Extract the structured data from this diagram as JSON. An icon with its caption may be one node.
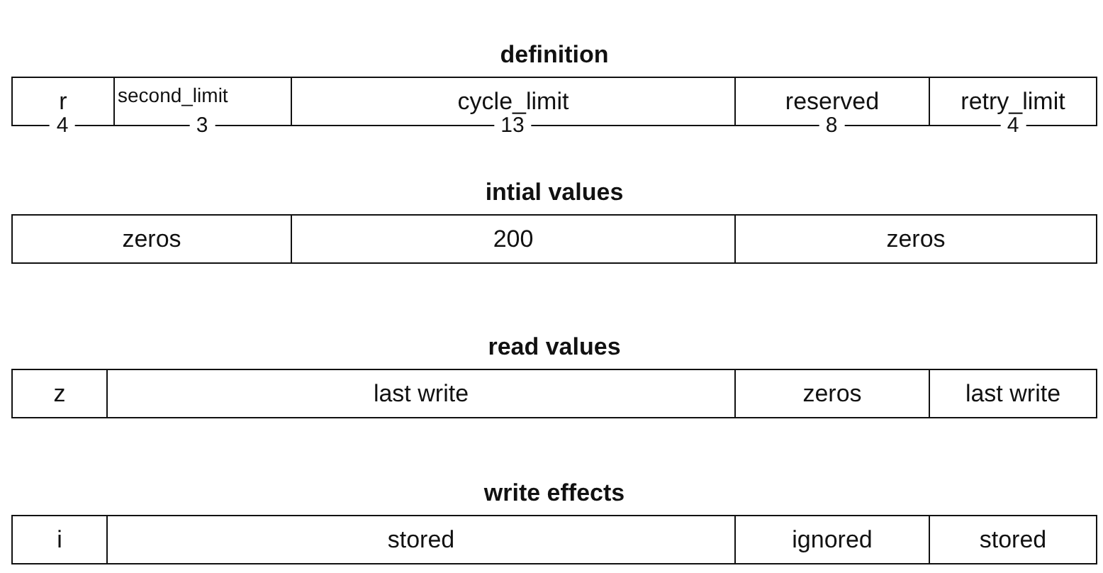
{
  "diagram": {
    "nodes": [
      {
        "text": [
          "r"
        ]
      },
      {
        "text": [
          "second_limit"
        ]
      },
      {
        "text": [
          "cycle_limit"
        ]
      },
      {
        "text": [
          "reserved"
        ]
      },
      {
        "text": [
          "retry_limit"
        ]
      },
      {
        "text": [
          "zeros"
        ]
      },
      {
        "text": [
          "200"
        ]
      },
      {
        "text": [
          "zeros"
        ]
      },
      {
        "text": [
          "z"
        ]
      },
      {
        "text": [
          "last write"
        ]
      },
      {
        "text": [
          "zeros"
        ]
      },
      {
        "text": [
          "last write"
        ]
      },
      {
        "text": [
          "i"
        ]
      },
      {
        "text": [
          "stored"
        ]
      },
      {
        "text": [
          "ignored"
        ]
      },
      {
        "text": [
          "stored"
        ]
      }
    ],
    "labels": [
      "definition",
      "4",
      "3",
      "13",
      "8",
      "4",
      "intial values",
      "read values",
      "write effects"
    ]
  }
}
